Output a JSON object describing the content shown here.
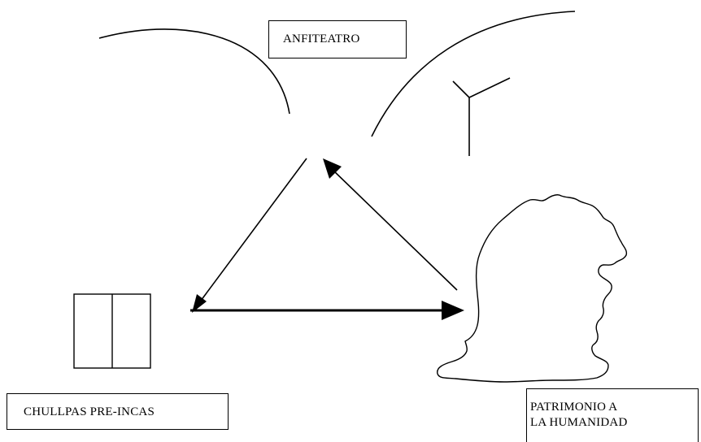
{
  "labels": {
    "anfiteatro": "ANFITEATRO",
    "chullpas": "CHULLPAS PRE-INCAS",
    "patrimonio_line1": "PATRIMONIO A",
    "patrimonio_line2": "LA HUMANIDAD"
  },
  "colors": {
    "stroke": "#000000",
    "background": "#ffffff"
  },
  "icons": [
    "amphitheater-arc",
    "tree-sketch",
    "chullpa-tower",
    "rock-formation-silhouette"
  ]
}
